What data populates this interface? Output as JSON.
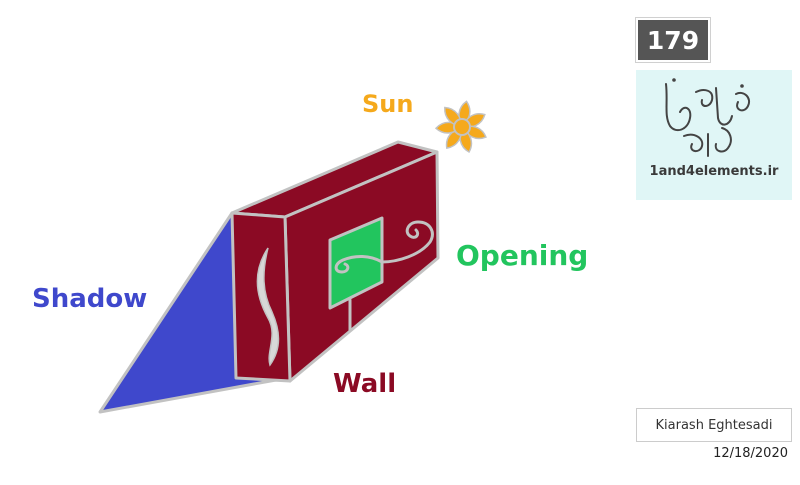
{
  "labels": {
    "sun": "Sun",
    "opening": "Opening",
    "shadow": "Shadow",
    "wall": "Wall"
  },
  "issue_number": "179",
  "brand": {
    "url": "1and4elements.ir",
    "logo_icon": "calligraphy-logo"
  },
  "author": "Kiarash Eghtesadi",
  "date": "12/18/2020",
  "colors": {
    "sun": "#f5a91c",
    "opening": "#22c55e",
    "shadow": "#3f48cc",
    "wall": "#8b0a24"
  }
}
